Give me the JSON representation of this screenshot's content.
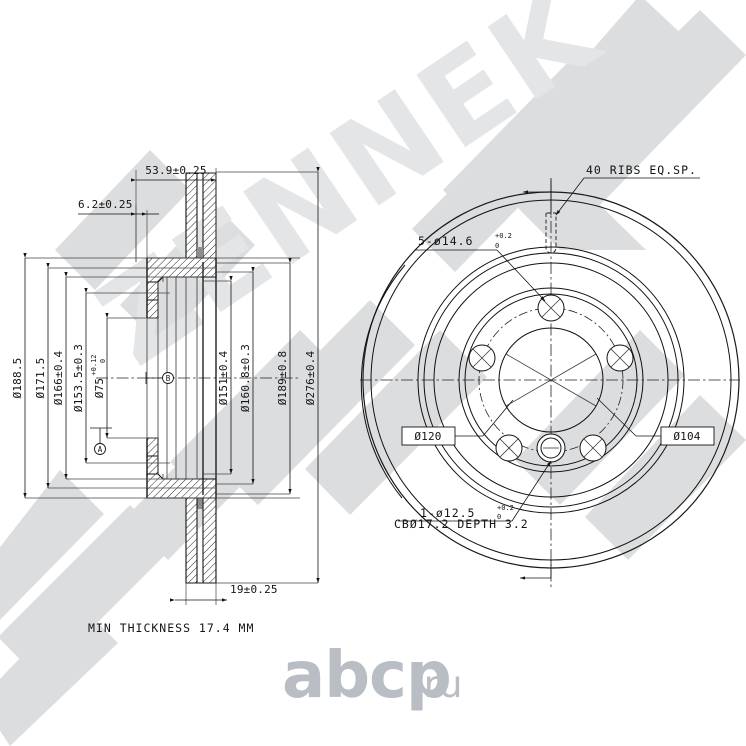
{
  "document": {
    "kind": "engineering-drawing",
    "subject": "ventilated brake disc",
    "units": "mm"
  },
  "section_view": {
    "name": "cross-section-view",
    "top_dimensions": [
      {
        "id": "overall-width",
        "text": "53.9±0.25"
      },
      {
        "id": "hat-flange-thickness",
        "text": "6.2±0.25"
      }
    ],
    "left_dimensions": [
      {
        "id": "d188",
        "text": "Ø188.5"
      },
      {
        "id": "d171",
        "text": "Ø171.5"
      },
      {
        "id": "d166",
        "text": "Ø166±0.4"
      },
      {
        "id": "d153",
        "text": "Ø153.5±0.3"
      },
      {
        "id": "d75",
        "text": "Ø75",
        "sup": "+0.12",
        "sub": "0"
      }
    ],
    "right_dimensions": [
      {
        "id": "d151",
        "text": "Ø151±0.4"
      },
      {
        "id": "d160",
        "text": "Ø160.8±0.3"
      },
      {
        "id": "d189",
        "text": "Ø189±0.8"
      },
      {
        "id": "d276",
        "text": "Ø276±0.4"
      }
    ],
    "bottom_dimensions": [
      {
        "id": "disc-thickness",
        "text": "19±0.25"
      }
    ],
    "datums": [
      {
        "id": "datum-a",
        "text": "A"
      },
      {
        "id": "datum-b",
        "text": "B"
      }
    ],
    "notes": [
      {
        "id": "min-thickness-note",
        "text": "MIN THICKNESS 17.4 MM"
      }
    ]
  },
  "face_view": {
    "name": "face-view",
    "annotations": [
      {
        "id": "ribs-note",
        "text": "40 RIBS EQ.SP."
      },
      {
        "id": "bolt-holes",
        "text": "5-ø14.6",
        "sup": "+0.2",
        "sub": "0"
      },
      {
        "id": "pilot-hole",
        "text": "1-ø12.5",
        "sup": "+0.2",
        "sub": "0"
      },
      {
        "id": "counterbore",
        "text": "CBØ17.2 DEPTH 3.2"
      }
    ],
    "boxed_dimensions": [
      {
        "id": "bolt-circle-dia",
        "text": "Ø120"
      },
      {
        "id": "hat-outer-dia",
        "text": "Ø104"
      }
    ]
  },
  "watermark": {
    "brand_mark": "zennek-chevrons",
    "site_text": "abcp",
    "site_tld": ".ru"
  },
  "colors": {
    "line": "#1a1a1a",
    "watermark_shape": "#dcdddf",
    "watermark_text": "#b9bec4",
    "background": "#ffffff"
  }
}
